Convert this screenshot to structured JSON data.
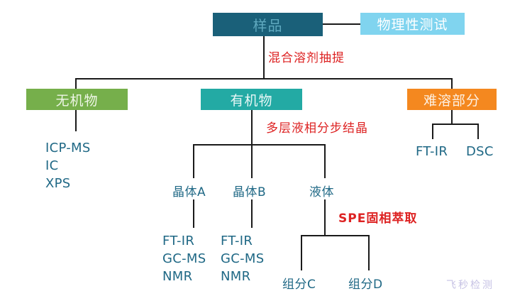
{
  "diagram": {
    "title_node": "样品",
    "nodes": {
      "sample": "样品",
      "physical_test": "物理性测试",
      "inorganic": "无机物",
      "organic": "有机物",
      "insoluble": "难溶部分",
      "crystal_a": "晶体A",
      "crystal_b": "晶体B",
      "liquid": "液体",
      "component_c": "组分C",
      "component_d": "组分D"
    },
    "processes": {
      "mixed_solvent_extraction": "混合溶剂抽提",
      "multilayer_crystallization": "多层液相分步结晶",
      "spe_extraction": "SPE固相萃取"
    },
    "methods": {
      "inorganic": "ICP-MS\nIC\nXPS",
      "inorganic_list": [
        "ICP-MS",
        "IC",
        "XPS"
      ],
      "crystal_a": "FT-IR\nGC-MS\nNMR",
      "crystal_a_list": [
        "FT-IR",
        "GC-MS",
        "NMR"
      ],
      "crystal_b": "FT-IR\nGC-MS\nNMR",
      "crystal_b_list": [
        "FT-IR",
        "GC-MS",
        "NMR"
      ],
      "insoluble_ftir": "FT-IR",
      "insoluble_dsc": "DSC"
    },
    "watermark": "飞秒检测",
    "colors": {
      "sample_box": "#1a6079",
      "physical_box": "#80d4ef",
      "inorganic_box": "#76af4b",
      "organic_box": "#23aaa4",
      "insoluble_box": "#f4881f",
      "process_text": "#dd2222",
      "method_text": "#1f6885",
      "line": "#1a1a1a",
      "watermark": "#c6c2e4"
    }
  }
}
